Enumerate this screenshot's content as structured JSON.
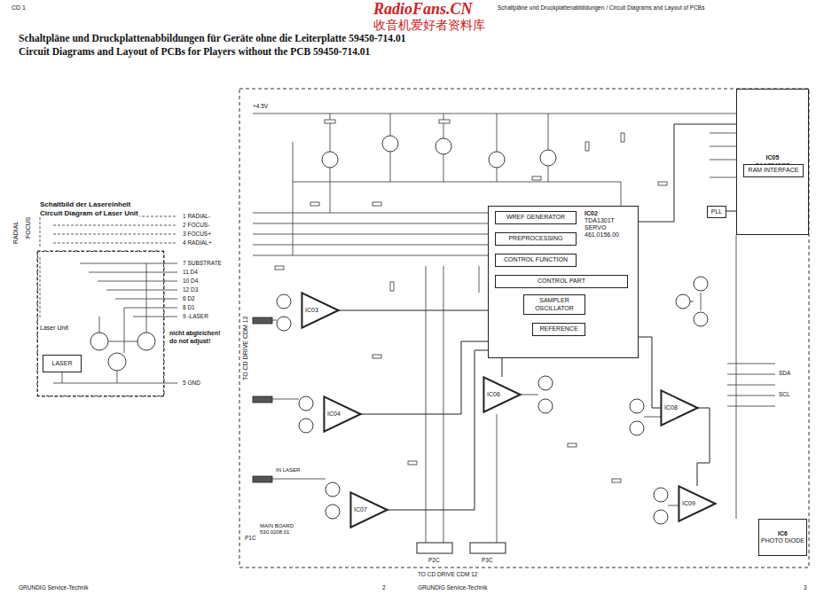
{
  "diagram": {
    "title": "Schaltpläne und Druckplattenabbildungen für Geräte ohne die Leiterplatte 59450-714.01",
    "nodes": [
      {
        "text": [
          "Laser Unit"
        ]
      },
      {
        "text": [
          "LASER"
        ],
        "in": 0
      },
      {
        "text": [
          "IC02",
          "TDA1301T SERVO",
          "461.0156.00"
        ]
      },
      {
        "text": [
          "WREF GENERATOR"
        ],
        "in": 2
      },
      {
        "text": [
          "PREPROCESSING"
        ],
        "in": 2
      },
      {
        "text": [
          "CONTROL FUNCTION"
        ],
        "in": 2
      },
      {
        "text": [
          "CONTROL PART"
        ],
        "in": 2
      },
      {
        "text": [
          "SAMPLER OSCILLATOR"
        ],
        "in": 2
      },
      {
        "text": [
          "REFERENCE"
        ],
        "in": 2
      },
      {
        "text": [
          "IC05",
          "SAA7345GP"
        ]
      },
      {
        "text": [
          "RAM INTERFACE"
        ],
        "in": 9
      },
      {
        "text": [
          "PLL"
        ]
      },
      {
        "text": [
          "IC03"
        ]
      },
      {
        "text": [
          "IC04"
        ]
      },
      {
        "text": [
          "IC07"
        ]
      },
      {
        "text": [
          "IC06"
        ]
      },
      {
        "text": [
          "IC08"
        ]
      },
      {
        "text": [
          "IC09"
        ]
      },
      {
        "text": [
          "IC6",
          "PHOTO DIODE"
        ]
      }
    ],
    "edges": [
      {
        "from": 12,
        "to": 2,
        "arrow": "none"
      },
      {
        "from": 13,
        "to": 2,
        "arrow": "none"
      },
      {
        "from": 14,
        "to": 2,
        "arrow": "none"
      },
      {
        "from": 2,
        "to": 15,
        "arrow": "none"
      },
      {
        "from": 2,
        "to": 16,
        "arrow": "none"
      },
      {
        "from": 16,
        "to": 17,
        "arrow": "none"
      },
      {
        "from": 2,
        "to": 9,
        "arrow": "none"
      },
      {
        "from": 11,
        "to": 9,
        "arrow": "none"
      }
    ],
    "labels": [
      "CD 1",
      "Schaltpläne und Druckplattenabbildungen / Circuit Diagrams and Layout of PCBs",
      "RadioFans.CN",
      "收音机爱好者资料库",
      "Circuit Diagrams and Layout of PCBs for Players without the PCB 59450-714.01",
      "Schaltbild der Lasereinheit",
      "Circuit Diagram of Laser Unit",
      "RADIAL",
      "FOCUS",
      "1 RADIAL-",
      "2 FOCUS-",
      "3 FOCUS+",
      "4 RADIAL+",
      "7 SUBSTRATE",
      "11 D4",
      "10 D4",
      "12 D3",
      "6 D2",
      "8 D1",
      "9 -LASER",
      "nicht abgleichen!",
      "do not adjust!",
      "5 GND",
      "TO CD DRIVE CDM 12",
      "+4.5V",
      "MAIN BOARD 530.0208.01",
      "IN LASER",
      "P1C",
      "P2C",
      "P3C",
      "TO CD DRIVE CDM 12",
      "SDA",
      "SCL",
      "GRUNDIG Service-Technik",
      "2",
      "GRUNDIG Service-Technik",
      "3"
    ]
  }
}
